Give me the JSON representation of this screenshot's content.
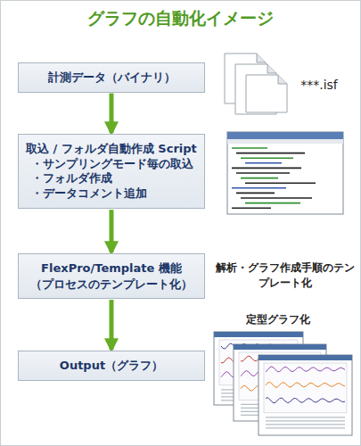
{
  "diagram": {
    "title": "グラフの自動化イメージ",
    "nodes": [
      {
        "text": [
          "計測データ（バイナリ）"
        ]
      },
      {
        "text": [
          "取込 / フォルダ自動作成 Script",
          "・サンプリングモード毎の取込",
          "・フォルダ作成",
          "・データコメント追加"
        ]
      },
      {
        "text": [
          "FlexPro/Template 機能",
          "（プロセスのテンプレート化）"
        ]
      },
      {
        "text": [
          "Output（グラフ）"
        ]
      }
    ],
    "edges": [
      {
        "from": 0,
        "to": 1,
        "arrow": "to"
      },
      {
        "from": 1,
        "to": 2,
        "arrow": "to"
      },
      {
        "from": 2,
        "to": 3,
        "arrow": "to"
      }
    ],
    "labels": [
      "***.isf",
      "解析・グラフ作成手順のテンプレート化",
      "定型グラフ化"
    ]
  }
}
